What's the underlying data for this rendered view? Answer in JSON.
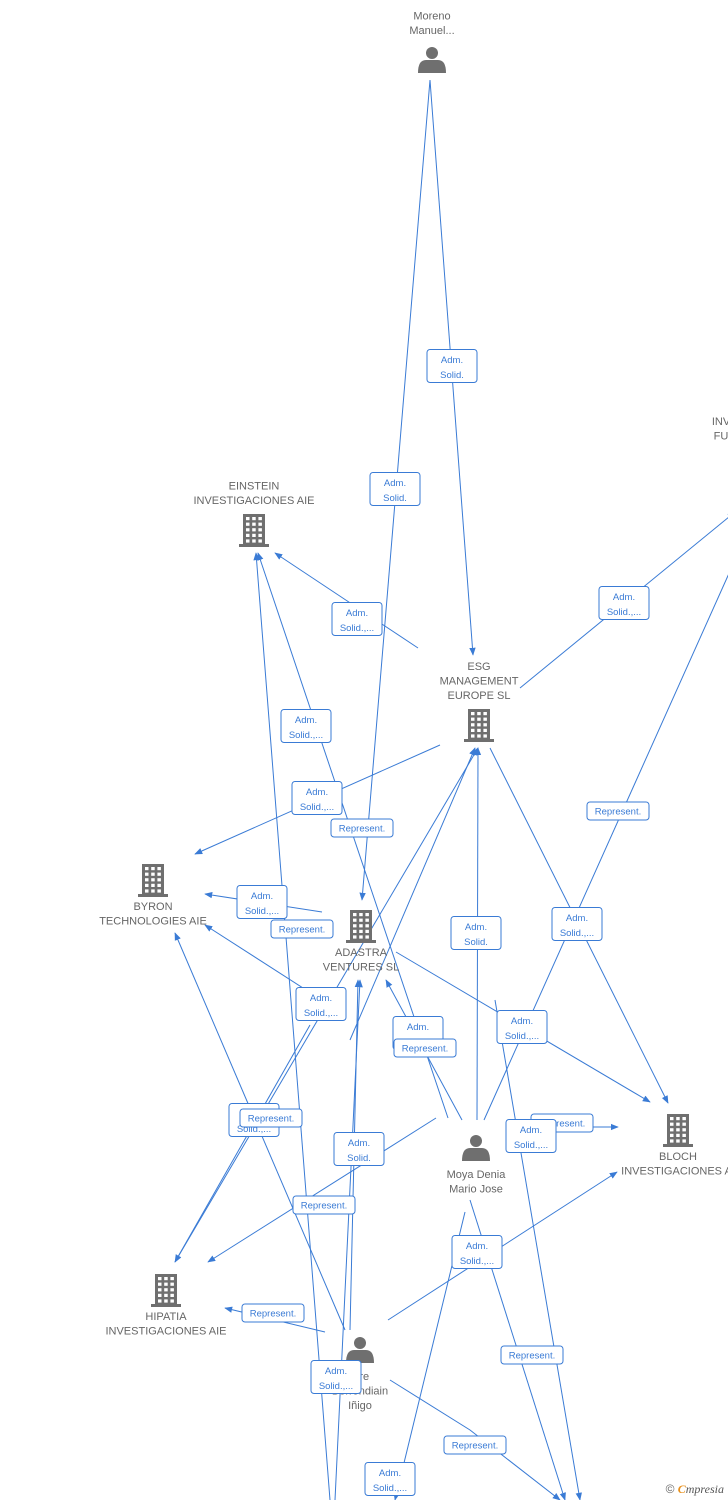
{
  "colors": {
    "edge": "#3a7bd5",
    "icon": "#6f6f6f",
    "label": "#666666"
  },
  "nodes": [
    {
      "id": "moreno",
      "type": "person",
      "lines": [
        "Moreno",
        "Manuel..."
      ]
    },
    {
      "id": "einstein",
      "type": "company",
      "lines": [
        "EINSTEIN",
        "INVESTIGACIONES AIE"
      ]
    },
    {
      "id": "esg",
      "type": "company",
      "lines": [
        "ESG",
        "MANAGEMENT",
        "EUROPE  SL"
      ]
    },
    {
      "id": "inv",
      "type": "company",
      "lines": [
        "INV",
        "FU"
      ]
    },
    {
      "id": "byron",
      "type": "company",
      "lines": [
        "BYRON",
        "TECHNOLOGIES AIE"
      ]
    },
    {
      "id": "adastra",
      "type": "company",
      "lines": [
        "ADASTRA",
        "VENTURES  SL"
      ]
    },
    {
      "id": "moya",
      "type": "person",
      "lines": [
        "Moya Denia",
        "Mario Jose"
      ]
    },
    {
      "id": "bloch",
      "type": "company",
      "lines": [
        "BLOCH",
        "INVESTIGACIONES AI"
      ]
    },
    {
      "id": "hipatia",
      "type": "company",
      "lines": [
        "HIPATIA",
        "INVESTIGACIONES AIE"
      ]
    },
    {
      "id": "aire",
      "type": "person",
      "lines": [
        "aire",
        "Berrondiain",
        "Iñigo"
      ]
    }
  ],
  "edge_labels": [
    [
      "Adm.",
      "Solid."
    ],
    [
      "Adm.",
      "Solid."
    ],
    [
      "Adm.",
      "Solid.,..."
    ],
    [
      "Adm.",
      "Solid.,..."
    ],
    [
      "Adm.",
      "Solid.,..."
    ],
    [
      "Adm.",
      "Solid.,..."
    ],
    [
      "Represent."
    ],
    [
      "Represent."
    ],
    [
      "Adm.",
      "Solid.,..."
    ],
    [
      "Represent."
    ],
    [
      "Adm.",
      "Solid."
    ],
    [
      "Adm.",
      "Solid.,..."
    ],
    [
      "Adm.",
      "Solid.,..."
    ],
    [
      "Adm.",
      "Solid.,..."
    ],
    [
      "Adm.",
      "Solid."
    ],
    [
      "Adm.",
      "Solid.,..."
    ],
    [
      "Represent."
    ],
    [
      "Adm.",
      "Solid.,..."
    ],
    [
      "Adm.",
      "Solid.,..."
    ],
    [
      "Adm.",
      "Solid."
    ],
    [
      "Represent."
    ],
    [
      "Represent."
    ],
    [
      "Adm.",
      "Solid.,..."
    ],
    [
      "Represent."
    ],
    [
      "Adm.",
      "Solid.,..."
    ],
    [
      "Represent."
    ],
    [
      "Represent."
    ],
    [
      "Represent."
    ]
  ],
  "footer": {
    "copyright": "©",
    "brand_first": "C",
    "brand_rest": "mpresia"
  }
}
